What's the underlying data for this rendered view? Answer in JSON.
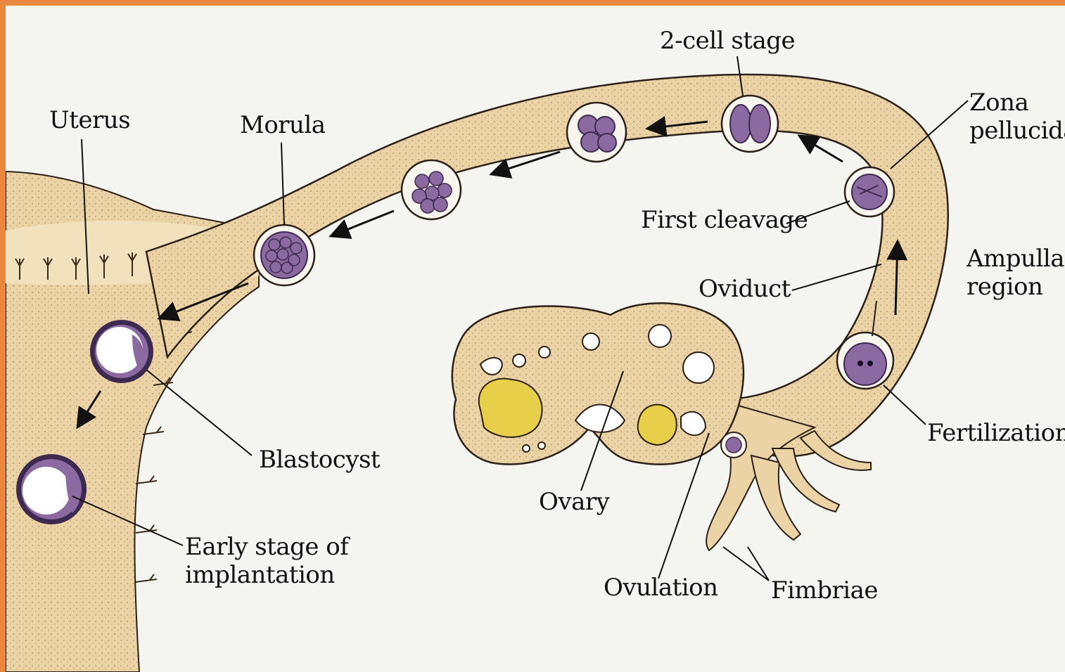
{
  "labels": {
    "two_cell": "2-cell stage",
    "zona": [
      "Zona",
      "pellucida"
    ],
    "uterus": "Uterus",
    "morula": "Morula",
    "first_cleavage": "First cleavage",
    "ampulla": [
      "Ampulla",
      "region"
    ],
    "oviduct": "Oviduct",
    "fertilization": "Fertilization",
    "blastocyst": "Blastocyst",
    "ovary": "Ovary",
    "early_implantation": [
      "Early stage of",
      "implantation"
    ],
    "ovulation": "Ovulation",
    "fimbriae": "Fimbriae"
  },
  "colors": {
    "frame": "#e9873f",
    "background": "#f4f4f1",
    "tissue": "#ecd3a5",
    "tissue_dark": "#c9a878",
    "cell": "#8a6aa0",
    "cell_dark": "#3e2a50",
    "zona": "#f8f5ee",
    "follicle": "#e8cf4a",
    "outline": "#2a2018"
  }
}
